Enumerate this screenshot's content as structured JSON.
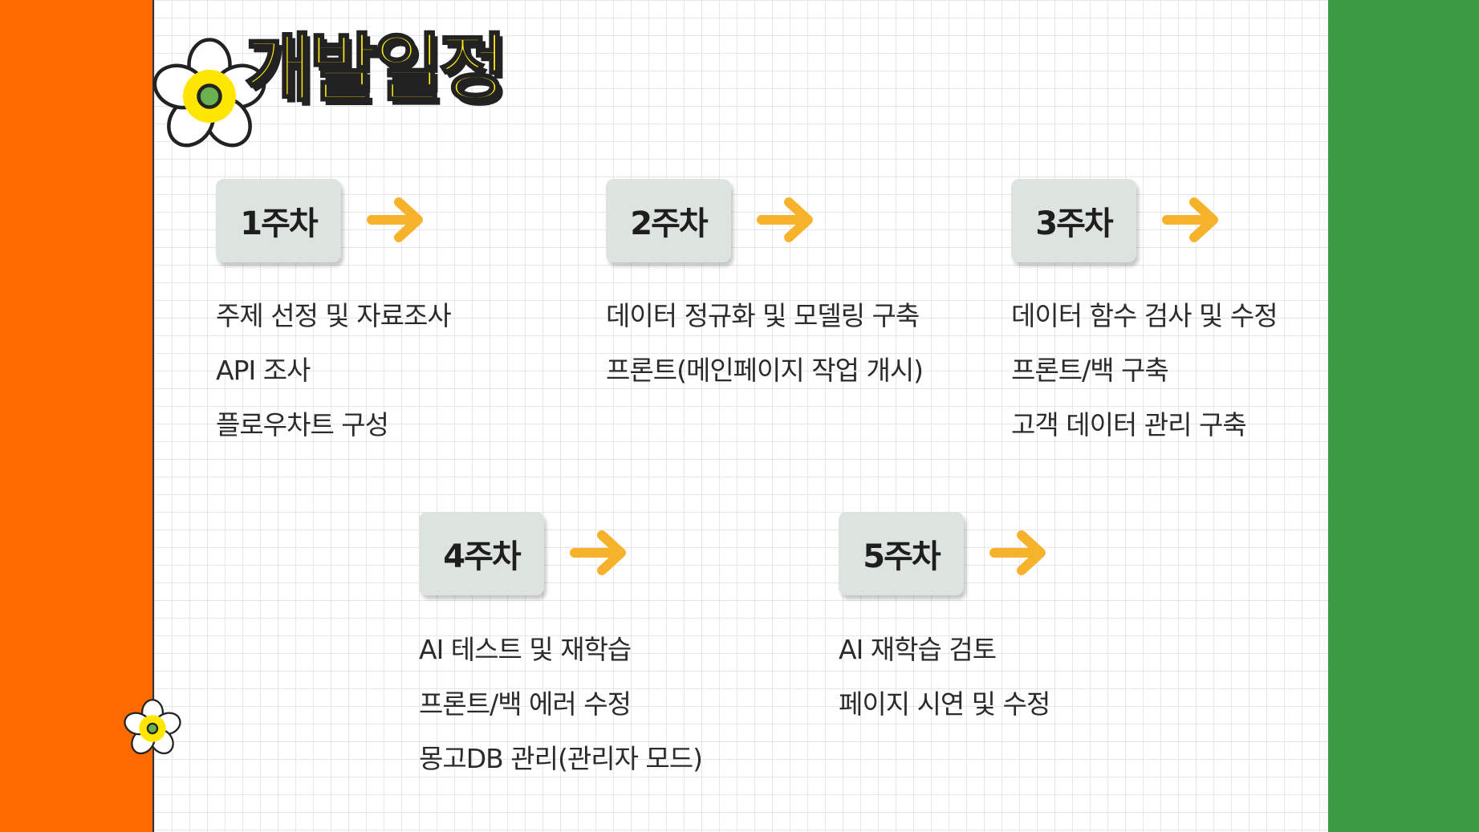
{
  "title": "개발일정",
  "colors": {
    "left_band": "#ff6a00",
    "right_band": "#3c9a44",
    "title_fill": "#ffee10",
    "badge": "#dde4e0",
    "arrow": "#f7b22c"
  },
  "decor": {
    "big_flower": "flower-icon",
    "small_flower": "flower-icon",
    "arrow": "arrow-right-icon"
  },
  "weeks": [
    {
      "label": "1주차",
      "tasks": [
        "주제 선정 및 자료조사",
        "API 조사",
        "플로우차트 구성"
      ]
    },
    {
      "label": "2주차",
      "tasks": [
        "데이터 정규화 및 모델링 구축",
        "프론트(메인페이지 작업 개시)"
      ]
    },
    {
      "label": "3주차",
      "tasks": [
        "데이터 함수 검사 및 수정",
        "프론트/백 구축",
        "고객 데이터 관리 구축"
      ]
    },
    {
      "label": "4주차",
      "tasks": [
        "AI 테스트 및 재학습",
        "프론트/백 에러 수정",
        "몽고DB 관리(관리자 모드)"
      ]
    },
    {
      "label": "5주차",
      "tasks": [
        "AI 재학습 검토",
        "페이지 시연 및 수정"
      ]
    }
  ]
}
